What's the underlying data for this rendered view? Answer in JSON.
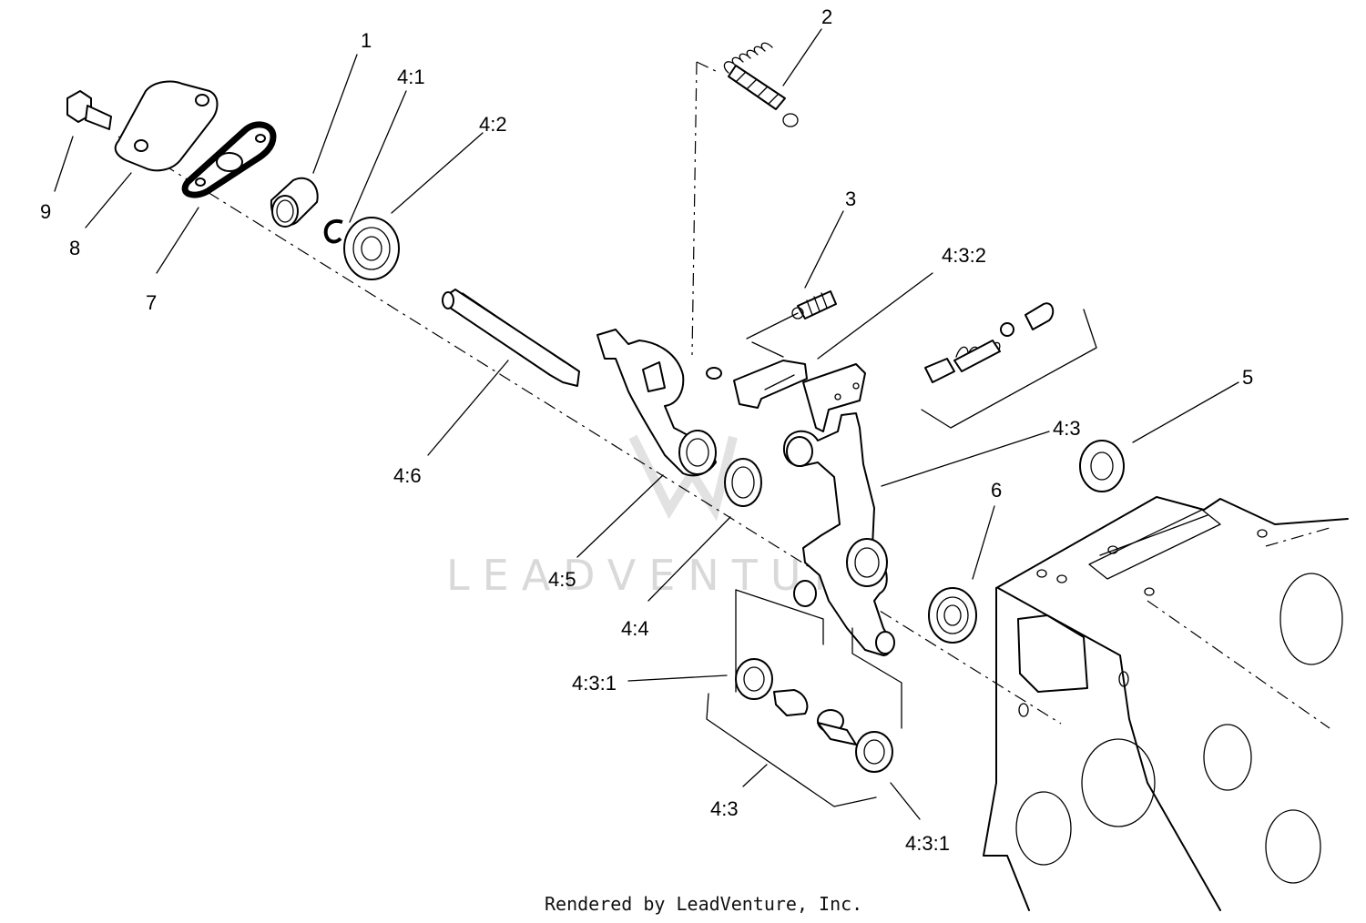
{
  "watermark": {
    "text": "LEADVENTURE"
  },
  "callouts": [
    {
      "id": "c-1",
      "text": "1"
    },
    {
      "id": "c-2",
      "text": "2"
    },
    {
      "id": "c-3",
      "text": "3"
    },
    {
      "id": "c-4-1",
      "text": "4:1"
    },
    {
      "id": "c-4-2",
      "text": "4:2"
    },
    {
      "id": "c-4-3-2",
      "text": "4:3:2"
    },
    {
      "id": "c-4-3-a",
      "text": "4:3"
    },
    {
      "id": "c-4-6",
      "text": "4:6"
    },
    {
      "id": "c-4-5",
      "text": "4:5"
    },
    {
      "id": "c-4-4",
      "text": "4:4"
    },
    {
      "id": "c-4-3-1-a",
      "text": "4:3:1"
    },
    {
      "id": "c-4-3-b",
      "text": "4:3"
    },
    {
      "id": "c-4-3-1-b",
      "text": "4:3:1"
    },
    {
      "id": "c-5",
      "text": "5"
    },
    {
      "id": "c-6",
      "text": "6"
    },
    {
      "id": "c-7",
      "text": "7"
    },
    {
      "id": "c-8",
      "text": "8"
    },
    {
      "id": "c-9",
      "text": "9"
    }
  ],
  "credit": "Rendered by LeadVenture, Inc."
}
